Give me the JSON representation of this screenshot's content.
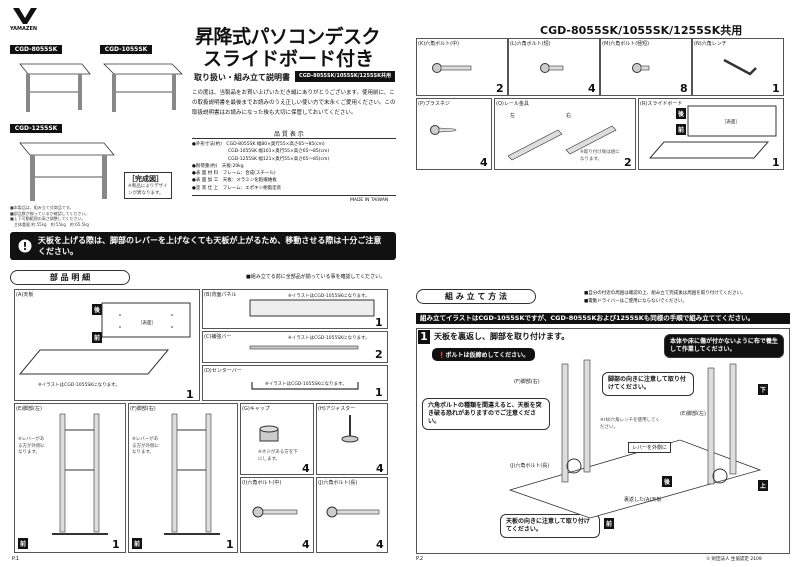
{
  "header": {
    "brand": "YAMAZEN",
    "title_line1": "昇降式パソコンデスク",
    "title_line2": "スライドボード付き",
    "subtitle": "取り扱い・組み立て説明書",
    "model_badge": "CGD-8055SK/1055SK/1255SK共用",
    "right_title": "CGD-8055SK/1055SK/1255SK共用"
  },
  "models": {
    "m1": "CGD-8055SK",
    "m2": "CGD-1055SK",
    "m3": "CGD-1255SK",
    "complete": "［完成図］",
    "complete_note": "※製品によりデザインが異なります。"
  },
  "intro": {
    "text": "この度は、当製品をお買い上げいただき誠にありがとうございます。使用前に、この取扱説明書を最後までお読みのうえ正しい使い方で末永くご愛用ください。この取扱説明書はお読みになった後も大切に保管しておいてください。",
    "spec_title": "品 質 表 示",
    "spec1": "●外形寸法(約)　CGD-8055SK 幅80×奥行55×高さ65～85(cm)",
    "spec2": "CGD-1055SK 幅101×奥行55×高さ65～85(cm)",
    "spec3": "CGD-1255SK 幅121×奥行55×高さ65～85(cm)",
    "spec4": "●耐荷重(約)　天板:20kg",
    "spec5": "●表 面 材 料　フレーム：合成(スチール)",
    "spec6": "●表 面 加 工　天板：メラミン化粧繊維板",
    "spec7": "●塗 装 仕 上　フレーム：エポキシ樹脂塗装",
    "made": "MADE IN TAIWAN",
    "left_notes": "■本製品は、組み立て式商品です。\n■部品数が揃っているか確認してください。\n■上下可動範囲の高さ調整してください。\n　主体重量 約:55kg　約:55kg　約:65.5kg"
  },
  "warning_banner": "天板を上げる際は、脚部のレバーを上げなくても天板が上がるため、移動させる際は十分ご注意ください。",
  "parts_section": {
    "title": "部 品 明 細",
    "note": "■組み立てる前に全部品が揃っている事を確認してください。",
    "a_label": "(A)天板",
    "a_note": "※イラストはCGD-1055SKになります。",
    "a_back": "後",
    "a_front": "前",
    "a_center": "［表面］",
    "a_qty": "1",
    "b_label": "(B)背面パネル",
    "b_note": "※イラストはCGD-1055SKになります。",
    "b_qty": "1",
    "c_label": "(C)補強バー",
    "c_note": "※イラストはCGD-1055SKになります。",
    "c_qty": "2",
    "d_label": "(D)センターバー",
    "d_note": "※イラストはCGD-1055SKになります。",
    "d_qty": "1",
    "e_label": "(E)脚部(左)",
    "e_note": "※レバーがある方が外側になります。",
    "e_qty": "1",
    "f_label": "(F)脚部(右)",
    "f_note": "※レバーがある方が外側になります。",
    "f_qty": "1",
    "g_label": "(G)キャップ",
    "g_note": "※ネジがある方を下にします。",
    "g_qty": "4",
    "h_label": "(H)アジャスター",
    "h_qty": "4",
    "i_label": "(I)六角ボルト(中)",
    "i_qty": "4",
    "j_label": "(J)六角ボルト(長)",
    "j_qty": "4",
    "front": "前",
    "back": "後",
    "page": "P.1"
  },
  "right_parts": {
    "k_label": "(K)六角ボルト(中)",
    "k_qty": "2",
    "l_label": "(L)六角ボルト(短)",
    "l_qty": "4",
    "m_label": "(M)六角ボルト(極短)",
    "m_qty": "8",
    "n_label": "(N)六角レンチ",
    "n_qty": "1",
    "p_label": "(P)プラスネジ",
    "p_qty": "4",
    "q_label": "(Q)レール金具",
    "q_note": "※取り付け後は組になります。",
    "q_side_l": "左",
    "q_side_r": "右",
    "q_qty": "2",
    "r_label": "(R)スライドボード",
    "r_back": "後",
    "r_front": "前",
    "r_center": "［表面］",
    "r_qty": "1"
  },
  "assembly": {
    "title": "組 み 立 て 方 法",
    "note1": "■自分の付近の周囲は確認の上、組み立て完成後は周囲を取り付けてください。",
    "note2": "■電動ドライバーはご使用にならないでください。",
    "banner": "組み立てイラストはCGD-1055SKですが、CGD-8055SKおよび1255SKも同様の手順で組み立ててください。",
    "step_num": "1",
    "step_title": "天板を裏返し、脚部を取り付けます。",
    "tag_bolt": "ボルトは仮締めしてください。",
    "callout_floor": "本体や床に傷が付かないように布で養生して作業してください。",
    "callout_leg": "脚部の向きに注意して取り付けてください。",
    "callout_bolt": "六角ボルトの種類を間違えると、天板を突き破る恐れがありますのでご注意ください。",
    "callout_top": "天板の向きに注意して取り付けてください。",
    "lbl_leg_r": "(F)脚部(右)",
    "lbl_leg_l": "(E)脚部(左)",
    "lbl_bolt": "(J)六角ボルト(長)",
    "lbl_wrench": "※(N)六角レンチを使用してください。",
    "lbl_lever": "レバーを外側に",
    "lbl_top": "裏返した(A)天板",
    "up": "上",
    "down": "下",
    "front": "前",
    "back": "後",
    "page": "P.2",
    "footer": "① 財団法人 生協認定 2109"
  }
}
